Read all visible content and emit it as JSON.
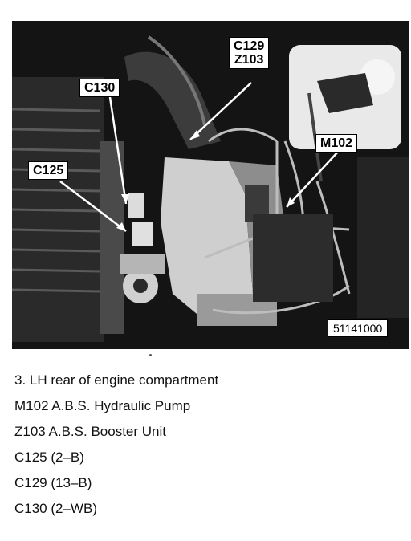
{
  "figure": {
    "callouts": {
      "c129_z103_line1": "C129",
      "c129_z103_line2": "Z103",
      "c130": "C130",
      "c125": "C125",
      "m102": "M102"
    },
    "figure_number": "51141000"
  },
  "caption": {
    "lines": [
      "3. LH rear of engine compartment",
      "M102 A.B.S. Hydraulic Pump",
      "Z103 A.B.S. Booster Unit",
      "C125 (2–B)",
      "C129 (13–B)",
      "C130 (2–WB)"
    ]
  },
  "colors": {
    "photo_background": "#141414",
    "label_background": "#ffffff",
    "text": "#111111"
  }
}
